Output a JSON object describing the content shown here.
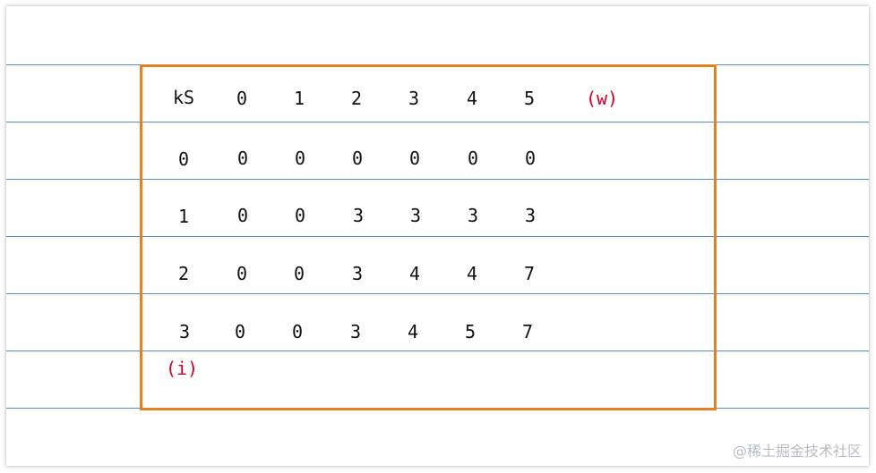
{
  "table": {
    "corner_label": "kS",
    "column_headers": [
      "0",
      "1",
      "2",
      "3",
      "4",
      "5"
    ],
    "column_axis_label": "(w)",
    "row_axis_label": "(i)",
    "rows": [
      {
        "label": "0",
        "values": [
          "0",
          "0",
          "0",
          "0",
          "0",
          "0"
        ]
      },
      {
        "label": "1",
        "values": [
          "0",
          "0",
          "3",
          "3",
          "3",
          "3"
        ]
      },
      {
        "label": "2",
        "values": [
          "0",
          "0",
          "3",
          "4",
          "4",
          "7"
        ]
      },
      {
        "label": "3",
        "values": [
          "0",
          "0",
          "3",
          "4",
          "5",
          "7"
        ]
      }
    ]
  },
  "watermark": "@稀土掘金技术社区",
  "colors": {
    "rule_lines": "#4a90d9",
    "frame": "#e67e22",
    "axis_labels": "#d0021b",
    "text": "#111111"
  }
}
